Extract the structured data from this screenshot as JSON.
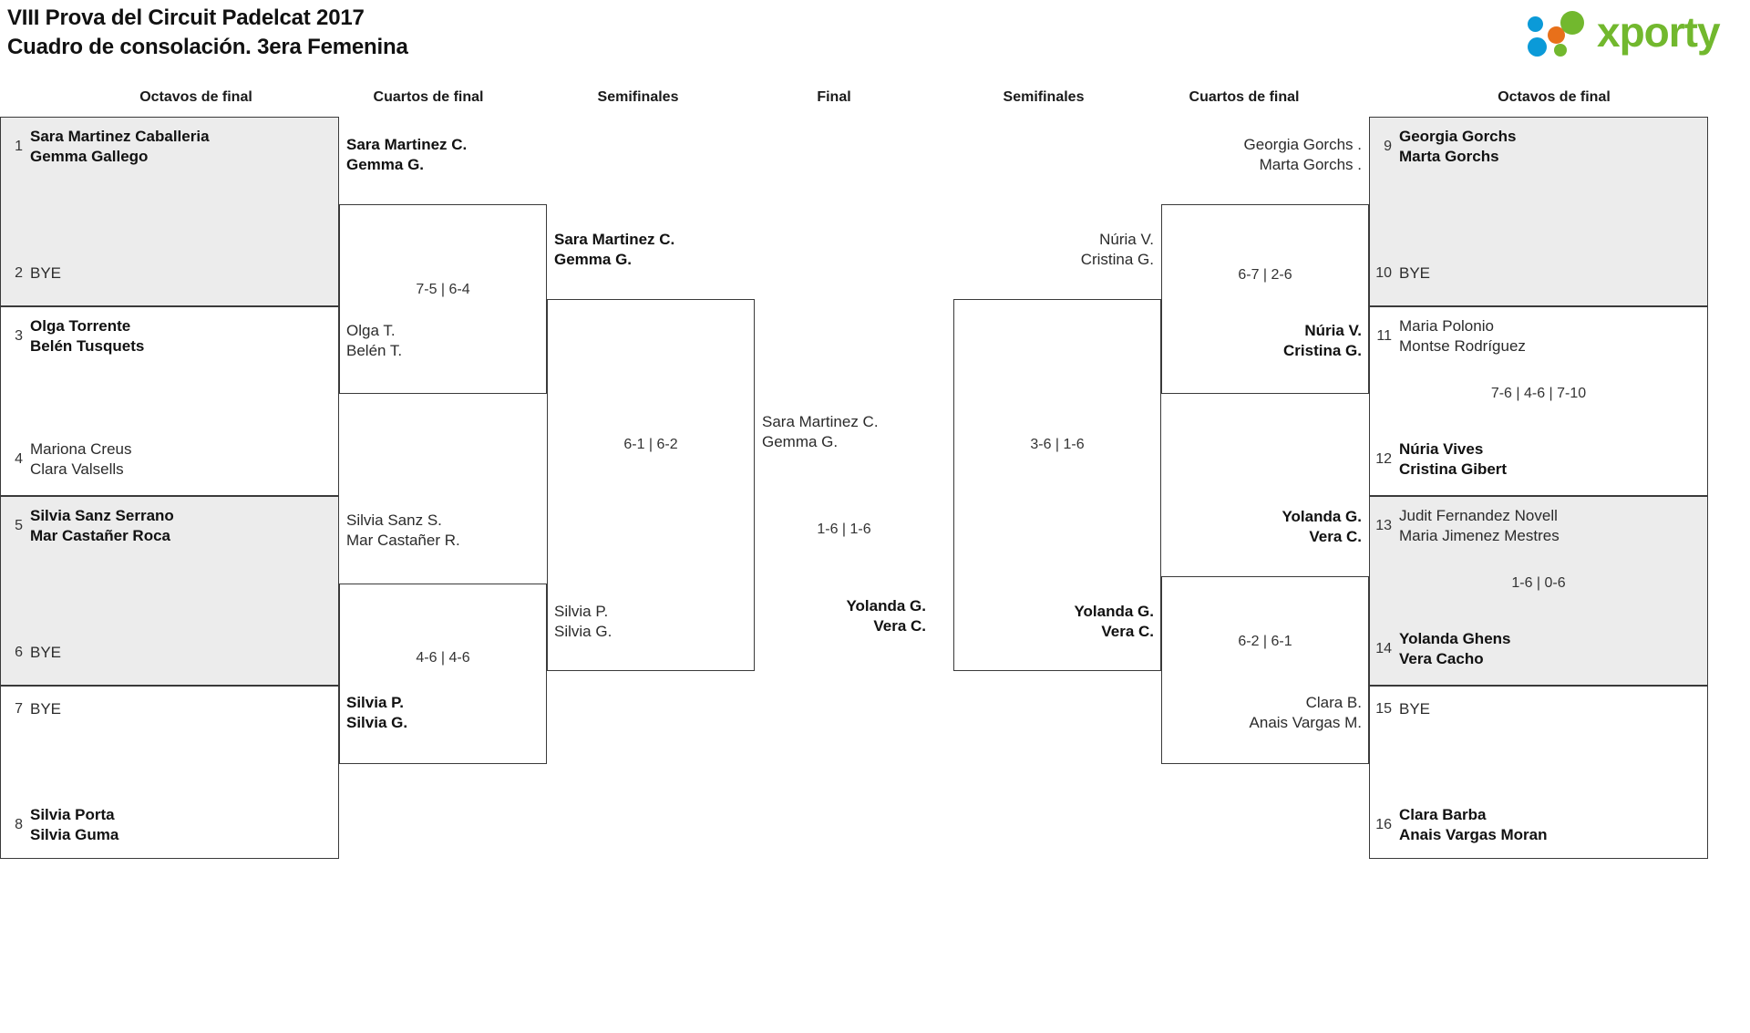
{
  "header": {
    "title_line1": "VIII Prova del Circuit Padelcat 2017",
    "title_line2": "Cuadro de consolación. 3era Femenina",
    "logo_text": "xporty",
    "logo_colors": {
      "green": "#72b82e",
      "blue": "#0b9ad8",
      "orange": "#e8701a"
    }
  },
  "round_headers": {
    "r1_left": "Octavos de final",
    "r2_left": "Cuartos de final",
    "r3_left": "Semifinales",
    "final": "Final",
    "r3_right": "Semifinales",
    "r2_right": "Cuartos de final",
    "r1_right": "Octavos de final"
  },
  "bracket": {
    "left_r16": [
      {
        "seed": "1",
        "p1": "Sara Martinez Caballeria",
        "p2": "Gemma Gallego",
        "winner": true,
        "bye": false
      },
      {
        "seed": "2",
        "p1": "BYE",
        "p2": "",
        "winner": false,
        "bye": true
      },
      {
        "seed": "3",
        "p1": "Olga Torrente",
        "p2": "Belén Tusquets",
        "winner": true,
        "bye": false
      },
      {
        "seed": "4",
        "p1": "Mariona Creus",
        "p2": "Clara Valsells",
        "winner": false,
        "bye": false
      },
      {
        "seed": "5",
        "p1": "Silvia Sanz Serrano",
        "p2": "Mar Castañer Roca",
        "winner": true,
        "bye": false
      },
      {
        "seed": "6",
        "p1": "BYE",
        "p2": "",
        "winner": false,
        "bye": true
      },
      {
        "seed": "7",
        "p1": "BYE",
        "p2": "",
        "winner": false,
        "bye": true
      },
      {
        "seed": "8",
        "p1": "Silvia Porta",
        "p2": "Silvia Guma",
        "winner": true,
        "bye": false
      }
    ],
    "right_r16": [
      {
        "seed": "9",
        "p1": "Georgia Gorchs",
        "p2": "Marta Gorchs",
        "winner": true,
        "bye": false
      },
      {
        "seed": "10",
        "p1": "BYE",
        "p2": "",
        "winner": false,
        "bye": true
      },
      {
        "seed": "11",
        "p1": "Maria Polonio",
        "p2": "Montse Rodríguez",
        "winner": false,
        "bye": false
      },
      {
        "seed": "12",
        "p1": "Núria Vives",
        "p2": "Cristina Gibert",
        "winner": true,
        "bye": false
      },
      {
        "seed": "13",
        "p1": "Judit Fernandez Novell",
        "p2": "Maria Jimenez Mestres",
        "winner": false,
        "bye": false
      },
      {
        "seed": "14",
        "p1": "Yolanda Ghens",
        "p2": "Vera Cacho",
        "winner": true,
        "bye": false
      },
      {
        "seed": "15",
        "p1": "BYE",
        "p2": "",
        "winner": false,
        "bye": true
      },
      {
        "seed": "16",
        "p1": "Clara Barba",
        "p2": "Anais Vargas Moran",
        "winner": true,
        "bye": false
      }
    ],
    "left_qf": [
      {
        "top_p1": "Sara Martinez C.",
        "top_p2": "Gemma G.",
        "top_win": true,
        "bot_p1": "Olga T.",
        "bot_p2": "Belén T.",
        "bot_win": false,
        "score": "7-5 | 6-4"
      },
      {
        "top_p1": "Silvia Sanz S.",
        "top_p2": "Mar Castañer R.",
        "top_win": false,
        "bot_p1": "Silvia P.",
        "bot_p2": "Silvia G.",
        "bot_win": true,
        "score": "4-6 | 4-6"
      }
    ],
    "left_sf": {
      "top_p1": "Sara Martinez C.",
      "top_p2": "Gemma G.",
      "top_win": true,
      "bot_p1": "Silvia P.",
      "bot_p2": "Silvia G.",
      "bot_win": false,
      "score": "6-1 | 6-2"
    },
    "right_qf": [
      {
        "top_p1": "Georgia Gorchs .",
        "top_p2": "Marta Gorchs .",
        "top_win": false,
        "bot_p1": "Núria V.",
        "bot_p2": "Cristina G.",
        "bot_win": true,
        "score": "6-7 | 2-6"
      },
      {
        "top_p1": "Yolanda G.",
        "top_p2": "Vera C.",
        "top_win": true,
        "bot_p1": "Clara B.",
        "bot_p2": "Anais Vargas M.",
        "bot_win": false,
        "score": "6-2 | 6-1"
      }
    ],
    "right_sf": {
      "top_p1": "Núria V.",
      "top_p2": "Cristina G.",
      "top_win": false,
      "bot_p1": "Yolanda G.",
      "bot_p2": "Vera C.",
      "bot_win": true,
      "score": "3-6 | 1-6"
    },
    "final": {
      "left_p1": "Sara Martinez C.",
      "left_p2": "Gemma G.",
      "left_win": false,
      "right_p1": "Yolanda G.",
      "right_p2": "Vera C.",
      "right_win": true,
      "score": "1-6 | 1-6"
    },
    "r16_scores": {
      "right_11_12": "7-6 | 4-6 | 7-10",
      "right_13_14": "1-6 | 0-6"
    }
  }
}
